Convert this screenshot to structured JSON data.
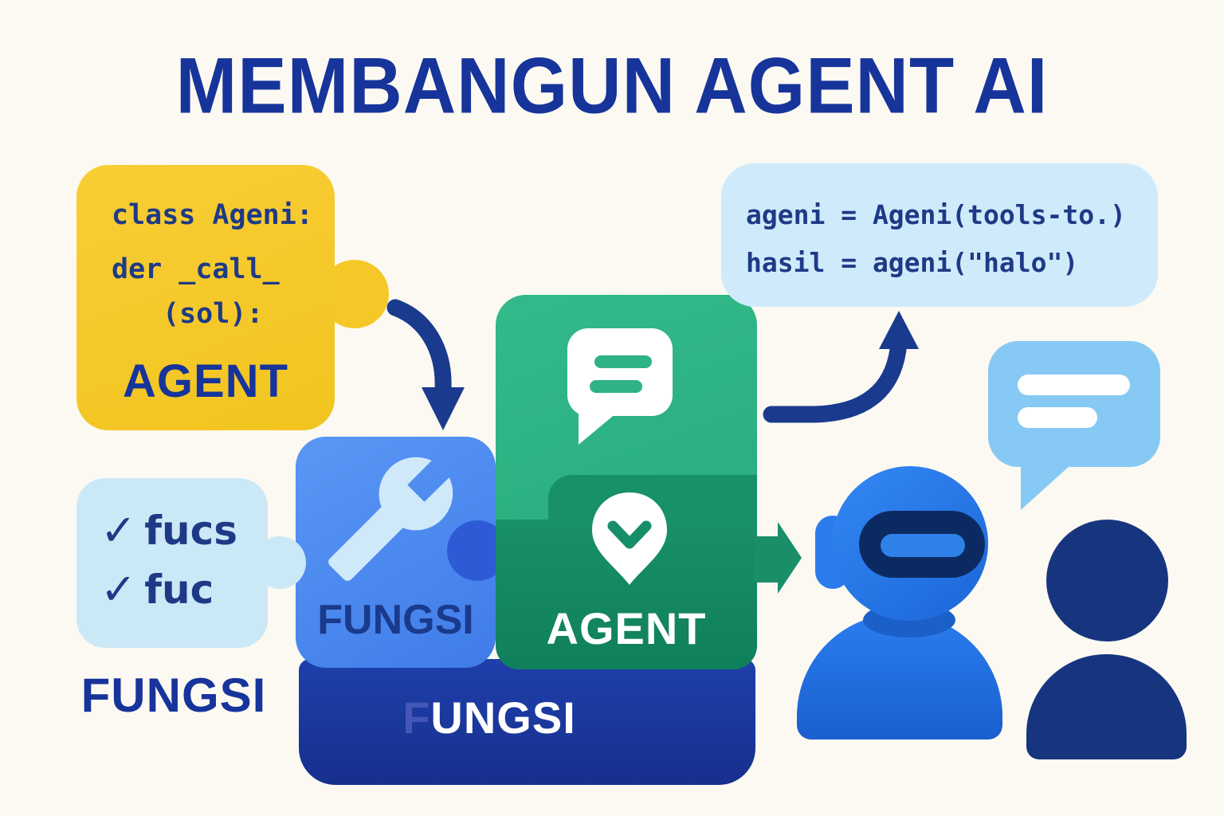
{
  "title": "MEMBANGUN AGENT AI",
  "agent_class_card": {
    "lines": [
      "class Ageni:",
      "der _call_",
      "(sol):"
    ],
    "label": "AGENT"
  },
  "usage_code_card": {
    "lines": [
      "ageni = Ageni(tools-to.)",
      "hasil = ageni(\"halo\")"
    ]
  },
  "function_list_card": {
    "items": [
      {
        "glyph": "✓",
        "label": "fucs"
      },
      {
        "glyph": "✓",
        "label": "fuc"
      }
    ],
    "caption": "FUNGSI"
  },
  "puzzle": {
    "function_piece_label": "FUNGSI",
    "agent_piece_label": "AGENT",
    "base_piece_label_prefix": "F",
    "base_piece_label_rest": "UNGSI"
  },
  "colors": {
    "background": "#fbf9f1",
    "title_navy": "#17349b",
    "code_navy": "#1e3a86",
    "yellow": "#f5c827",
    "light_blue_card": "#cfeafa",
    "piece_blue": "#4a8af0",
    "socket_blue": "#2e5ad6",
    "base_navy": "#1c3aa6",
    "green_light": "#2eb286",
    "green_dark": "#189069",
    "arrow_navy": "#1a3a8e",
    "arrow_green": "#1a8e68",
    "robot_blue": "#2577ea",
    "visor_navy": "#0c2a62",
    "bubble_blue": "#87c9f5",
    "person_navy": "#17357f"
  }
}
